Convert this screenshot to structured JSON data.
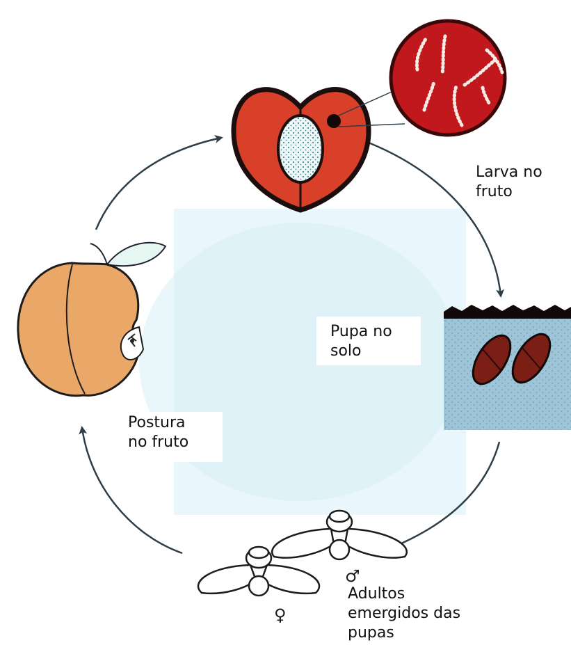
{
  "labels": {
    "larva": "Larva no\nfruto",
    "pupa": "Pupa no\nsolo",
    "postura": "Postura\nno fruto",
    "adultos": "Adultos\nemergidos das\npupas"
  },
  "symbols": {
    "female": "♀",
    "male": "♂"
  },
  "colors": {
    "fruit_red": "#d8402a",
    "fruit_dark": "#1c0e0c",
    "larvae_bg": "#c0181c",
    "peach": "#eaa868",
    "soil": "#9ec4d8",
    "pupa": "#7a1e16",
    "arrow": "#2e3e48",
    "background_tint": "#e4f4fa"
  }
}
